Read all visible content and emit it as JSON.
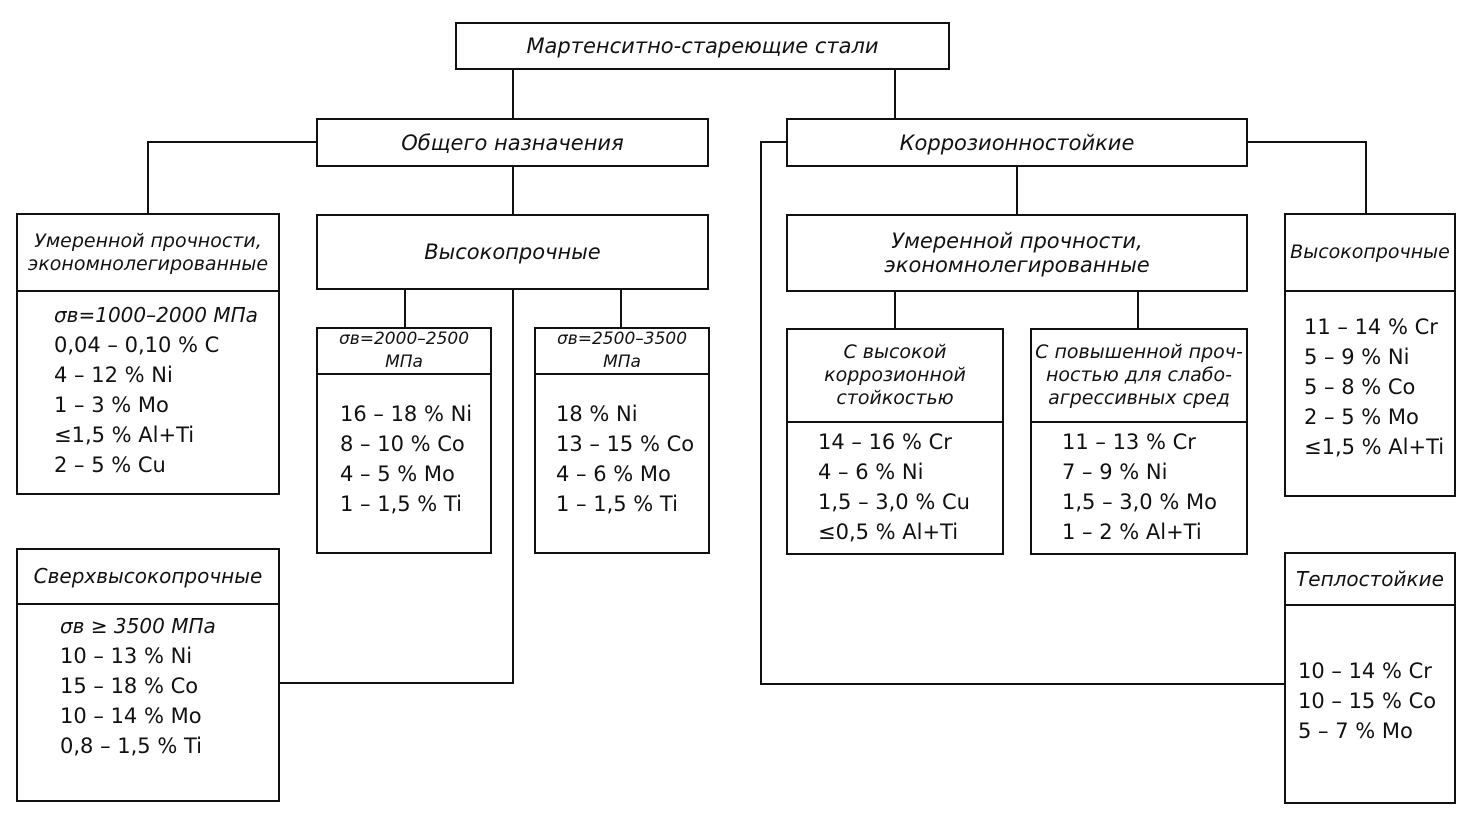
{
  "root": {
    "title": "Мартенситно-стареющие стали"
  },
  "general": {
    "title": "Общего назначения"
  },
  "corrosion": {
    "title": "Коррозионностойкие"
  },
  "general_moderate": {
    "title_lines": [
      "Умеренной прочности,",
      "экономнолегированные"
    ],
    "items": [
      "σв=1000–2000 МПа",
      "0,04 – 0,10 % C",
      "4 – 12 % Ni",
      "1 – 3 % Mo",
      "≤1,5 % Al+Ti",
      "2 – 5 % Cu"
    ]
  },
  "general_high": {
    "title": "Высокопрочные"
  },
  "high_2000": {
    "title": "σв=2000–2500 МПа",
    "items": [
      "16 – 18 % Ni",
      "8 – 10 % Co",
      "4 – 5 % Mo",
      "1 – 1,5 % Ti"
    ]
  },
  "high_2500": {
    "title": "σв=2500–3500 МПа",
    "items": [
      "18 % Ni",
      "13 – 15 % Co",
      "4 – 6 % Mo",
      "1 – 1,5 % Ti"
    ]
  },
  "ultra_high": {
    "title": "Сверхвысокопрочные",
    "items": [
      "σв ≥ 3500 МПа",
      "10 – 13 % Ni",
      "15 – 18 % Co",
      "10 – 14 % Mo",
      "0,8 – 1,5 % Ti"
    ]
  },
  "corr_moderate": {
    "title_lines": [
      "Умеренной прочности,",
      "экономнолегированные"
    ]
  },
  "corr_high_resist": {
    "title_lines": [
      "С высокой",
      "коррозионной",
      "стойкостью"
    ],
    "items": [
      "14 – 16 % Cr",
      "4 – 6 % Ni",
      "1,5 – 3,0 % Cu",
      "≤0,5 % Al+Ti"
    ]
  },
  "corr_high_strength": {
    "title_lines": [
      "С повышенной проч-",
      "ностью для слабо-",
      "агрессивных сред"
    ],
    "items": [
      "11 – 13 % Cr",
      "7 – 9 % Ni",
      "1,5 – 3,0 % Mo",
      "1 – 2 % Al+Ti"
    ]
  },
  "corr_high": {
    "title": "Высокопрочные",
    "items": [
      "11 – 14 % Cr",
      "5 – 9 % Ni",
      "5 – 8 % Co",
      "2 – 5 % Mo",
      "≤1,5 % Al+Ti"
    ]
  },
  "heat_resistant": {
    "title": "Теплостойкие",
    "items": [
      "10 – 14 % Cr",
      "10 – 15 % Co",
      "5 – 7 % Mo"
    ]
  }
}
